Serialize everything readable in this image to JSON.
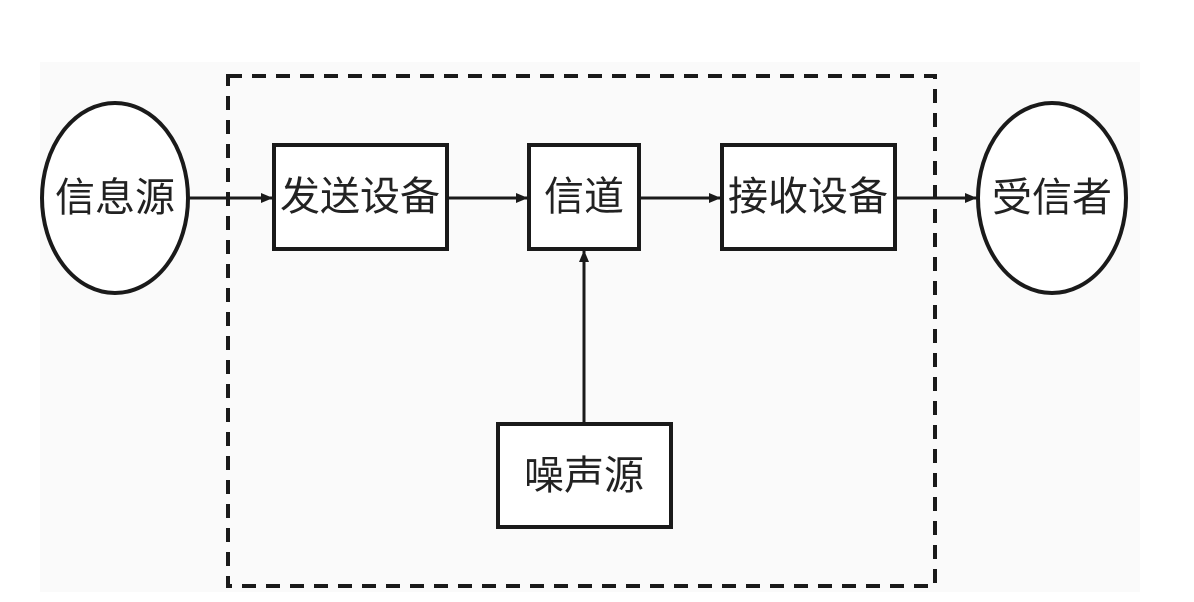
{
  "diagram": {
    "title": "",
    "nodes": {
      "source": {
        "label": "信息源",
        "shape": "ellipse"
      },
      "transmitter": {
        "label": "发送设备",
        "shape": "box"
      },
      "channel": {
        "label": "信道",
        "shape": "box"
      },
      "receiver": {
        "label": "接收设备",
        "shape": "box"
      },
      "destination": {
        "label": "受信者",
        "shape": "ellipse"
      },
      "noise": {
        "label": "噪声源",
        "shape": "box"
      }
    },
    "edges": [
      {
        "from": "信息源",
        "to": "发送设备"
      },
      {
        "from": "发送设备",
        "to": "信道"
      },
      {
        "from": "信道",
        "to": "接收设备"
      },
      {
        "from": "接收设备",
        "to": "受信者"
      },
      {
        "from": "噪声源",
        "to": "信道"
      }
    ],
    "system_boundary": "dashed",
    "colors": {
      "stroke": "#1a1a1a",
      "text": "#222222",
      "background": "#ffffff"
    }
  }
}
